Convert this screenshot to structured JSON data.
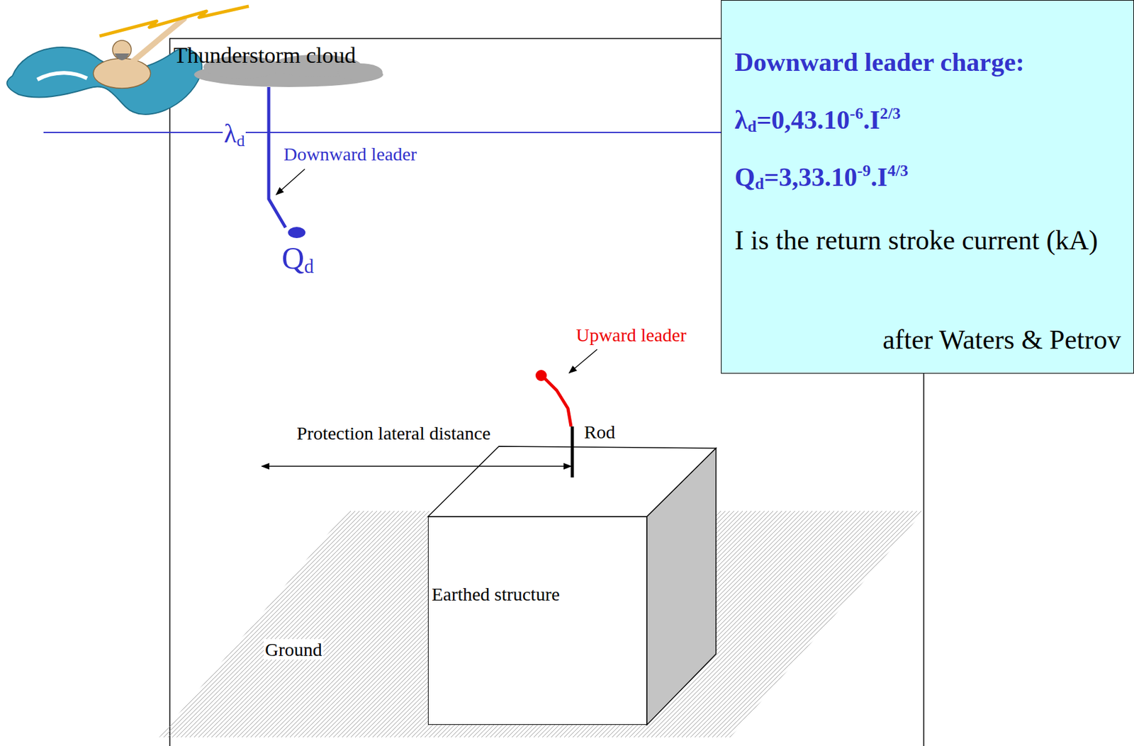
{
  "diagram": {
    "nodes": [
      {
        "text": [
          "Thunderstorm cloud"
        ]
      },
      {
        "text": [
          "Downward leader charge:",
          "λd=0,43.10-6.I2/3",
          "Qd=3,33.10-9.I4/3",
          "I is the return stroke current (kA)",
          "after Waters & Petrov"
        ]
      },
      {
        "text": [
          "Earthed structure"
        ]
      }
    ],
    "labels": [
      "λd",
      "Downward leader",
      "Qd",
      "Upward leader",
      "Protection lateral distance",
      "Rod",
      "Ground"
    ]
  }
}
